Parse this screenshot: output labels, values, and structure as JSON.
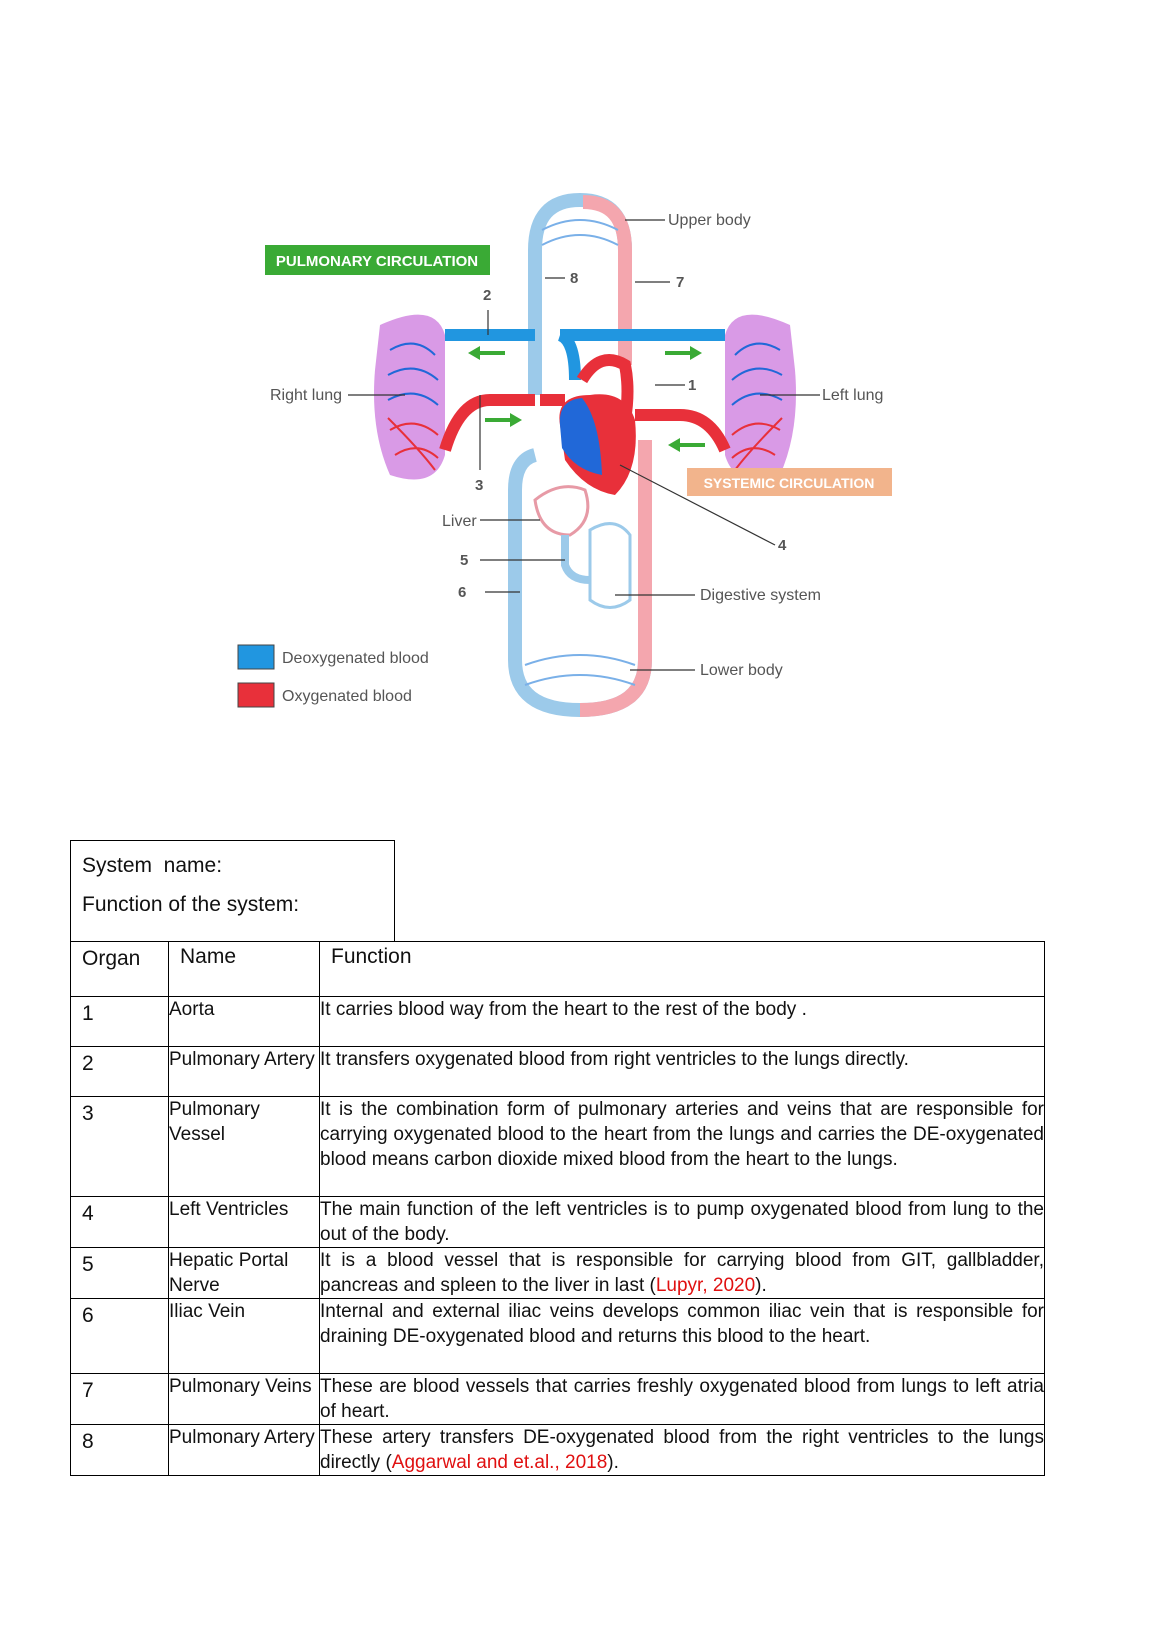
{
  "diagram": {
    "title_pulmonary": "PULMONARY CIRCULATION",
    "title_systemic": "SYSTEMIC CIRCULATION",
    "labels": {
      "upper_body": "Upper body",
      "right_lung": "Right lung",
      "left_lung": "Left lung",
      "liver": "Liver",
      "digestive": "Digestive system",
      "lower_body": "Lower body"
    },
    "numbers": [
      "1",
      "2",
      "3",
      "4",
      "5",
      "6",
      "7",
      "8"
    ],
    "legend": [
      {
        "label": "Deoxygenated blood",
        "color": "#2196e0"
      },
      {
        "label": "Oxygenated blood",
        "color": "#e8303a"
      }
    ],
    "colors": {
      "pulmonary_badge": "#3aaa35",
      "systemic_badge": "#f2b48c",
      "lung": "#d99ae6",
      "arrow": "#3aaa35"
    }
  },
  "system_box": {
    "name_label": "System  name:",
    "function_label": "Function of the system:"
  },
  "table": {
    "headers": [
      "Organ",
      "Name",
      "Function"
    ],
    "rows": [
      {
        "no": "1",
        "name": "Aorta",
        "function": "It carries blood way from the heart to the rest of the body .",
        "ref": "",
        "tail": ""
      },
      {
        "no": "2",
        "name": "Pulmonary Artery",
        "function": "It transfers oxygenated blood from right ventricles to the lungs directly.",
        "ref": "",
        "tail": ""
      },
      {
        "no": "3",
        "name": "Pulmonary Vessel",
        "function": "It is the combination form of pulmonary arteries and veins that are responsible for carrying oxygenated blood to the heart from the lungs and carries the DE-oxygenated blood means carbon dioxide mixed blood from the heart to the lungs.",
        "ref": "",
        "tail": ""
      },
      {
        "no": "4",
        "name": "Left Ventricles",
        "function": "The main function of the left ventricles is to pump oxygenated blood from lung to the out of the body.",
        "ref": "",
        "tail": ""
      },
      {
        "no": "5",
        "name": "Hepatic Portal Nerve",
        "function": "It is a blood vessel that is responsible for carrying blood from GIT, gallbladder, pancreas and spleen to the liver in last (",
        "ref": "Lupyr, 2020",
        "tail": ")."
      },
      {
        "no": "6",
        "name": "Iliac Vein",
        "function": "Internal and external iliac veins develops common iliac vein that is responsible for draining DE-oxygenated blood and returns this blood to the heart.",
        "ref": "",
        "tail": ""
      },
      {
        "no": "7",
        "name": "Pulmonary Veins",
        "function": "These are blood vessels that carries freshly oxygenated blood from lungs to left atria of heart.",
        "ref": "",
        "tail": ""
      },
      {
        "no": "8",
        "name": "Pulmonary Artery",
        "function": "These artery transfers DE-oxygenated blood  from the right ventricles to the lungs directly (",
        "ref": "Aggarwal and et.al., 2018",
        "tail": ")."
      }
    ]
  }
}
